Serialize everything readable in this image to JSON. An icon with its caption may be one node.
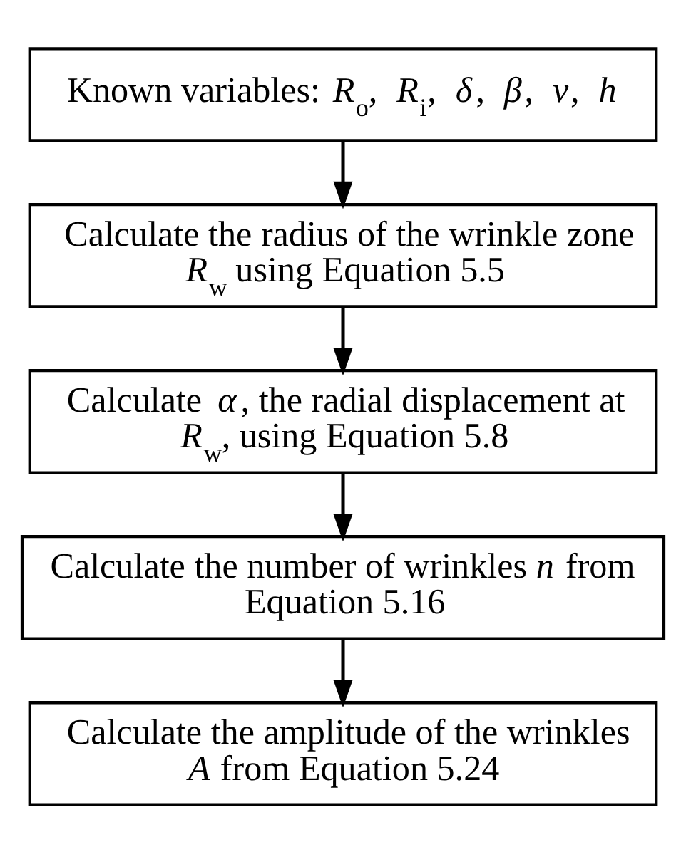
{
  "diagram": {
    "nodes": [
      {
        "text": [
          "Known variables: *R*$_{o}$, *R*$_{i}$, *δ*, *β*, *ν*, *h*"
        ]
      },
      {
        "text": [
          "Calculate the radius of the wrinkle zone *R*$_{w}$ using Equation 5.5"
        ]
      },
      {
        "text": [
          "Calculate *α*, the radial displacement at *R*$_{w}$, using Equation 5.8"
        ]
      },
      {
        "text": [
          "Calculate the number of wrinkles *n* from Equation 5.16"
        ]
      },
      {
        "text": [
          "Calculate the amplitude of the wrinkles *A* from Equation 5.24"
        ]
      }
    ],
    "edges": [
      {
        "from": 0,
        "to": 1,
        "arrow": "to"
      },
      {
        "from": 1,
        "to": 2,
        "arrow": "to"
      },
      {
        "from": 2,
        "to": 3,
        "arrow": "to"
      },
      {
        "from": 3,
        "to": 4,
        "arrow": "to"
      }
    ]
  }
}
